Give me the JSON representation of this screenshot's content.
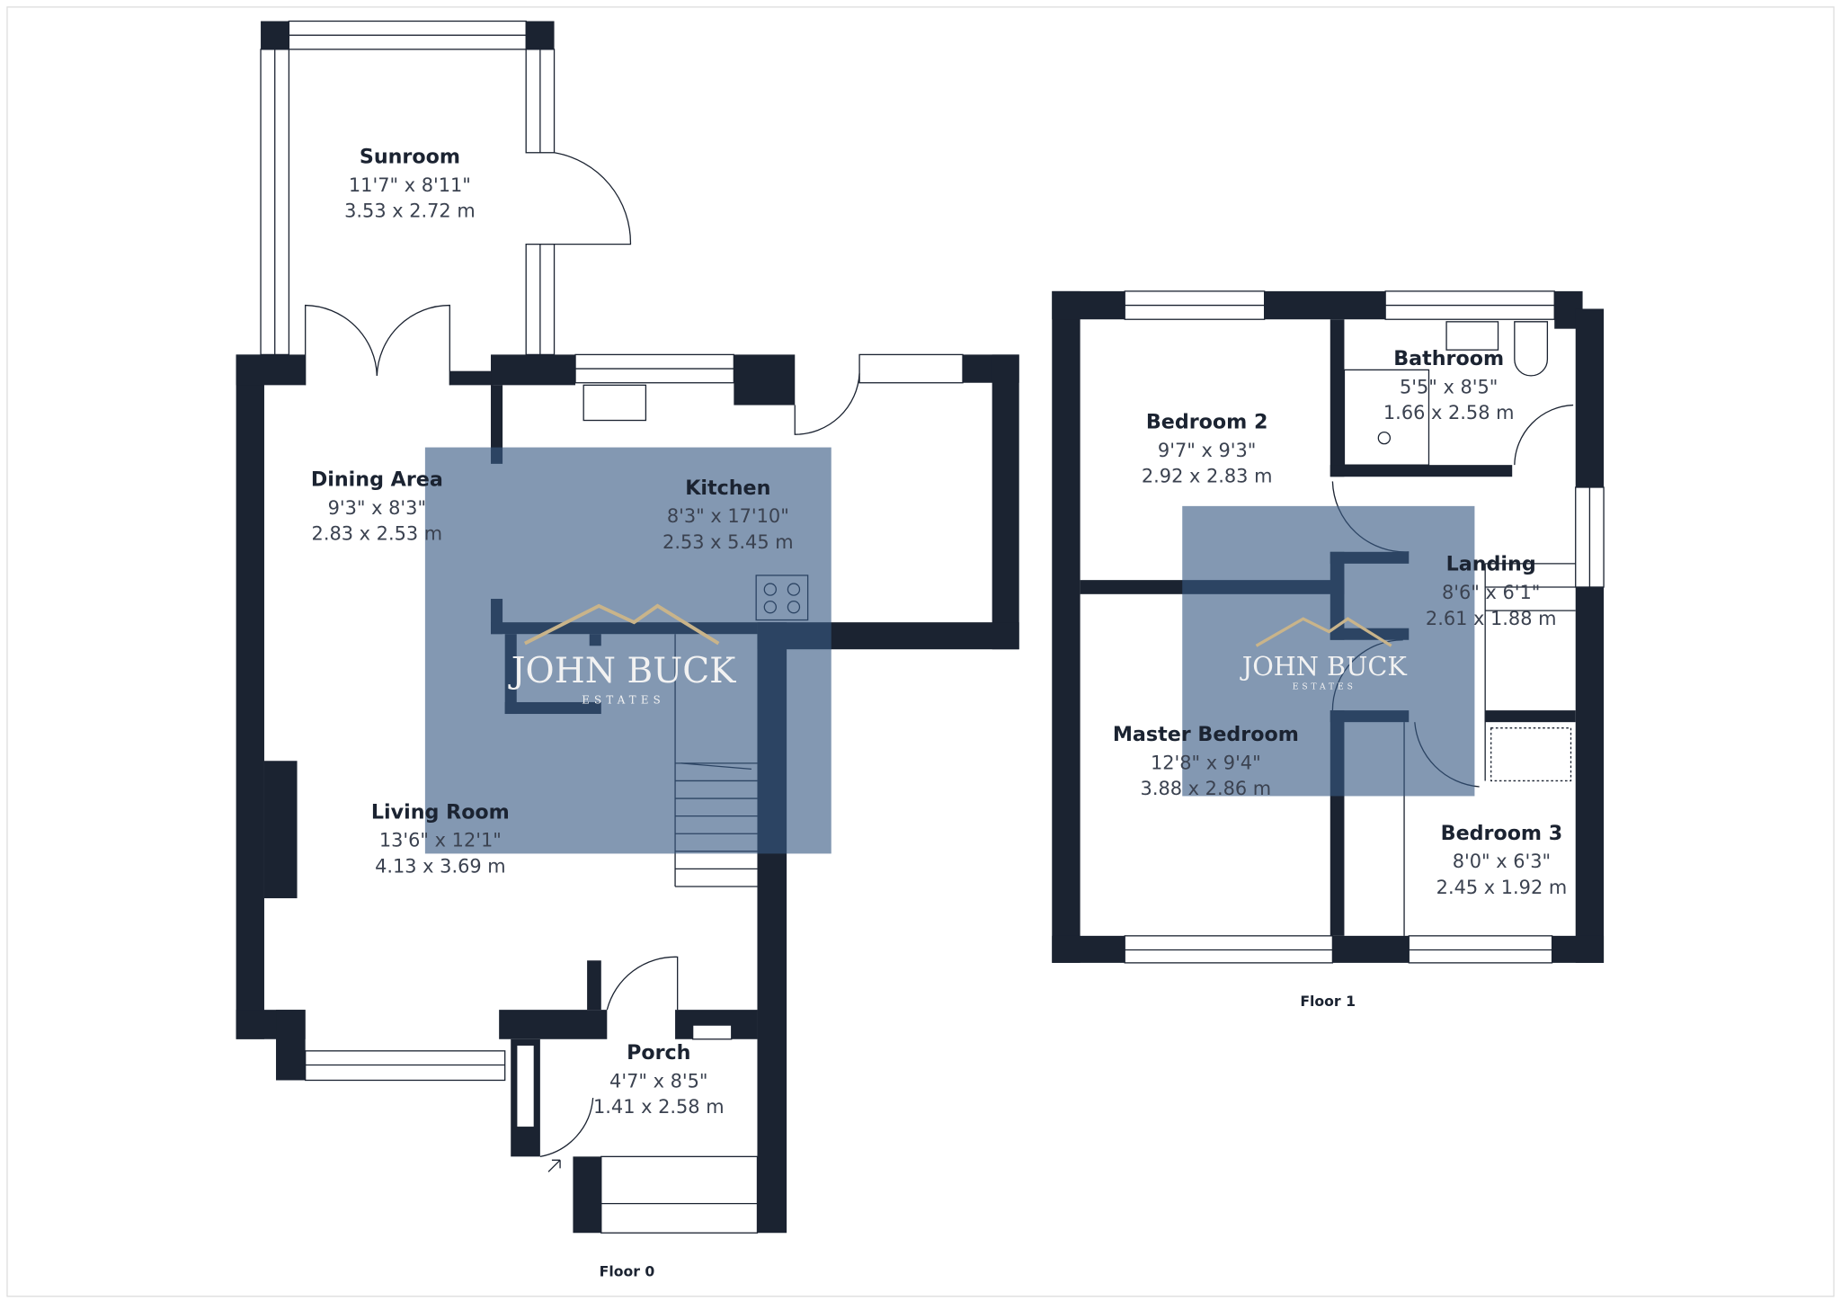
{
  "floors": [
    {
      "label": "Floor 0",
      "rooms": [
        {
          "name": "Sunroom",
          "imperial": "11'7\" x 8'11\"",
          "metric": "3.53 x 2.72 m"
        },
        {
          "name": "Dining Area",
          "imperial": "9'3\" x 8'3\"",
          "metric": "2.83 x 2.53 m"
        },
        {
          "name": "Kitchen",
          "imperial": "8'3\" x 17'10\"",
          "metric": "2.53 x 5.45 m"
        },
        {
          "name": "Living Room",
          "imperial": "13'6\" x 12'1\"",
          "metric": "4.13 x 3.69 m"
        },
        {
          "name": "Porch",
          "imperial": "4'7\" x 8'5\"",
          "metric": "1.41 x 2.58 m"
        }
      ]
    },
    {
      "label": "Floor 1",
      "rooms": [
        {
          "name": "Bedroom 2",
          "imperial": "9'7\" x 9'3\"",
          "metric": "2.92 x 2.83 m"
        },
        {
          "name": "Bathroom",
          "imperial": "5'5\" x 8'5\"",
          "metric": "1.66 x 2.58 m"
        },
        {
          "name": "Landing",
          "imperial": "8'6\" x 6'1\"",
          "metric": "2.61 x 1.88 m"
        },
        {
          "name": "Master Bedroom",
          "imperial": "12'8\" x 9'4\"",
          "metric": "3.88 x 2.86 m"
        },
        {
          "name": "Bedroom 3",
          "imperial": "8'0\" x 6'3\"",
          "metric": "2.45 x 1.92 m"
        }
      ]
    }
  ],
  "watermark": {
    "brand": "JOHN BUCK",
    "sub": "ESTATES",
    "colors": {
      "roof": "#c9b48a",
      "wall": "#1b2331"
    }
  }
}
